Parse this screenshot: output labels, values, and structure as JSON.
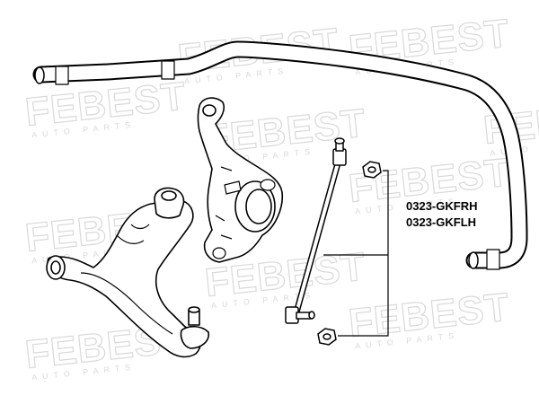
{
  "watermark": {
    "brand": "FEBEST",
    "subtitle": "AUTO PARTS",
    "color": "#d9d9d9"
  },
  "part_labels": [
    "0323-GKFRH",
    "0323-GKFLH"
  ],
  "colors": {
    "line": "#000000",
    "fill": "#ffffff",
    "shade": "#bfbfbf"
  }
}
